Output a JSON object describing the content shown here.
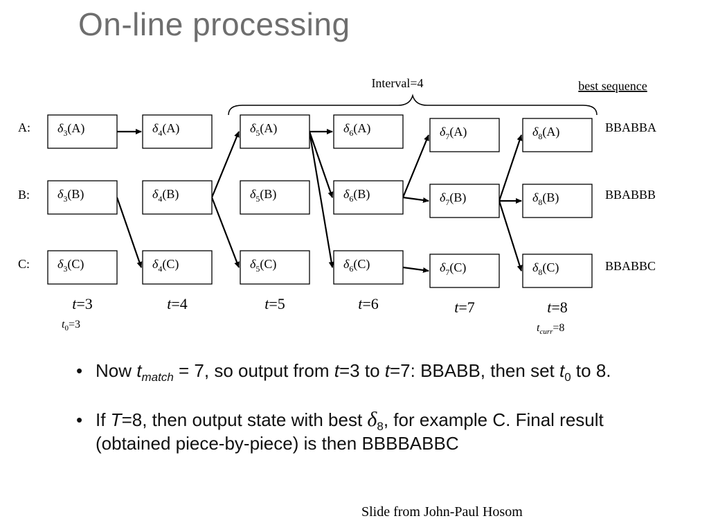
{
  "title": "On-line processing",
  "interval_label": "Interval=4",
  "best_sequence_label": "best sequence",
  "row_labels": [
    "A:",
    "B:",
    "C:"
  ],
  "sequences": [
    "BBABBA",
    "BBABBB",
    "BBABBC"
  ],
  "delta_symbol": "δ",
  "time_var": "t",
  "steps": [
    {
      "t": "3",
      "sub_label": {
        "var": "t",
        "sub": "0",
        "value": "=3"
      }
    },
    {
      "t": "4"
    },
    {
      "t": "5"
    },
    {
      "t": "6"
    },
    {
      "t": "7"
    },
    {
      "t": "8",
      "sub_label": {
        "var": "t",
        "sub": "curr",
        "value": "=8"
      }
    }
  ],
  "states": [
    "A",
    "B",
    "C"
  ],
  "transitions": [
    {
      "from": [
        0,
        0
      ],
      "to": [
        1,
        0
      ]
    },
    {
      "from": [
        0,
        1
      ],
      "to": [
        1,
        2
      ]
    },
    {
      "from": [
        1,
        1
      ],
      "to": [
        2,
        0
      ]
    },
    {
      "from": [
        1,
        1
      ],
      "to": [
        2,
        2
      ]
    },
    {
      "from": [
        2,
        0
      ],
      "to": [
        3,
        0
      ]
    },
    {
      "from": [
        2,
        0
      ],
      "to": [
        3,
        1
      ]
    },
    {
      "from": [
        2,
        0
      ],
      "to": [
        3,
        2
      ]
    },
    {
      "from": [
        3,
        1
      ],
      "to": [
        4,
        0
      ]
    },
    {
      "from": [
        3,
        1
      ],
      "to": [
        4,
        1
      ]
    },
    {
      "from": [
        3,
        2
      ],
      "to": [
        4,
        2
      ]
    },
    {
      "from": [
        4,
        1
      ],
      "to": [
        5,
        0
      ]
    },
    {
      "from": [
        4,
        1
      ],
      "to": [
        5,
        1
      ]
    },
    {
      "from": [
        4,
        1
      ],
      "to": [
        5,
        2
      ]
    }
  ],
  "bullets": {
    "b1": {
      "p1": "Now ",
      "var": "t",
      "sub": "match",
      "p2": " = 7, so output from ",
      "p3": "=3 to ",
      "p4": "=7: BBABB, then set ",
      "sub2": "0",
      "p5": " to 8."
    },
    "b2": {
      "p1": "If ",
      "var": "T",
      "p2": "=8, then output state with best ",
      "sub": "8",
      "p3": ", for example C. Final result (obtained piece-by-piece) is then BBBBABBC"
    }
  },
  "credit": "Slide from John-Paul Hosom"
}
